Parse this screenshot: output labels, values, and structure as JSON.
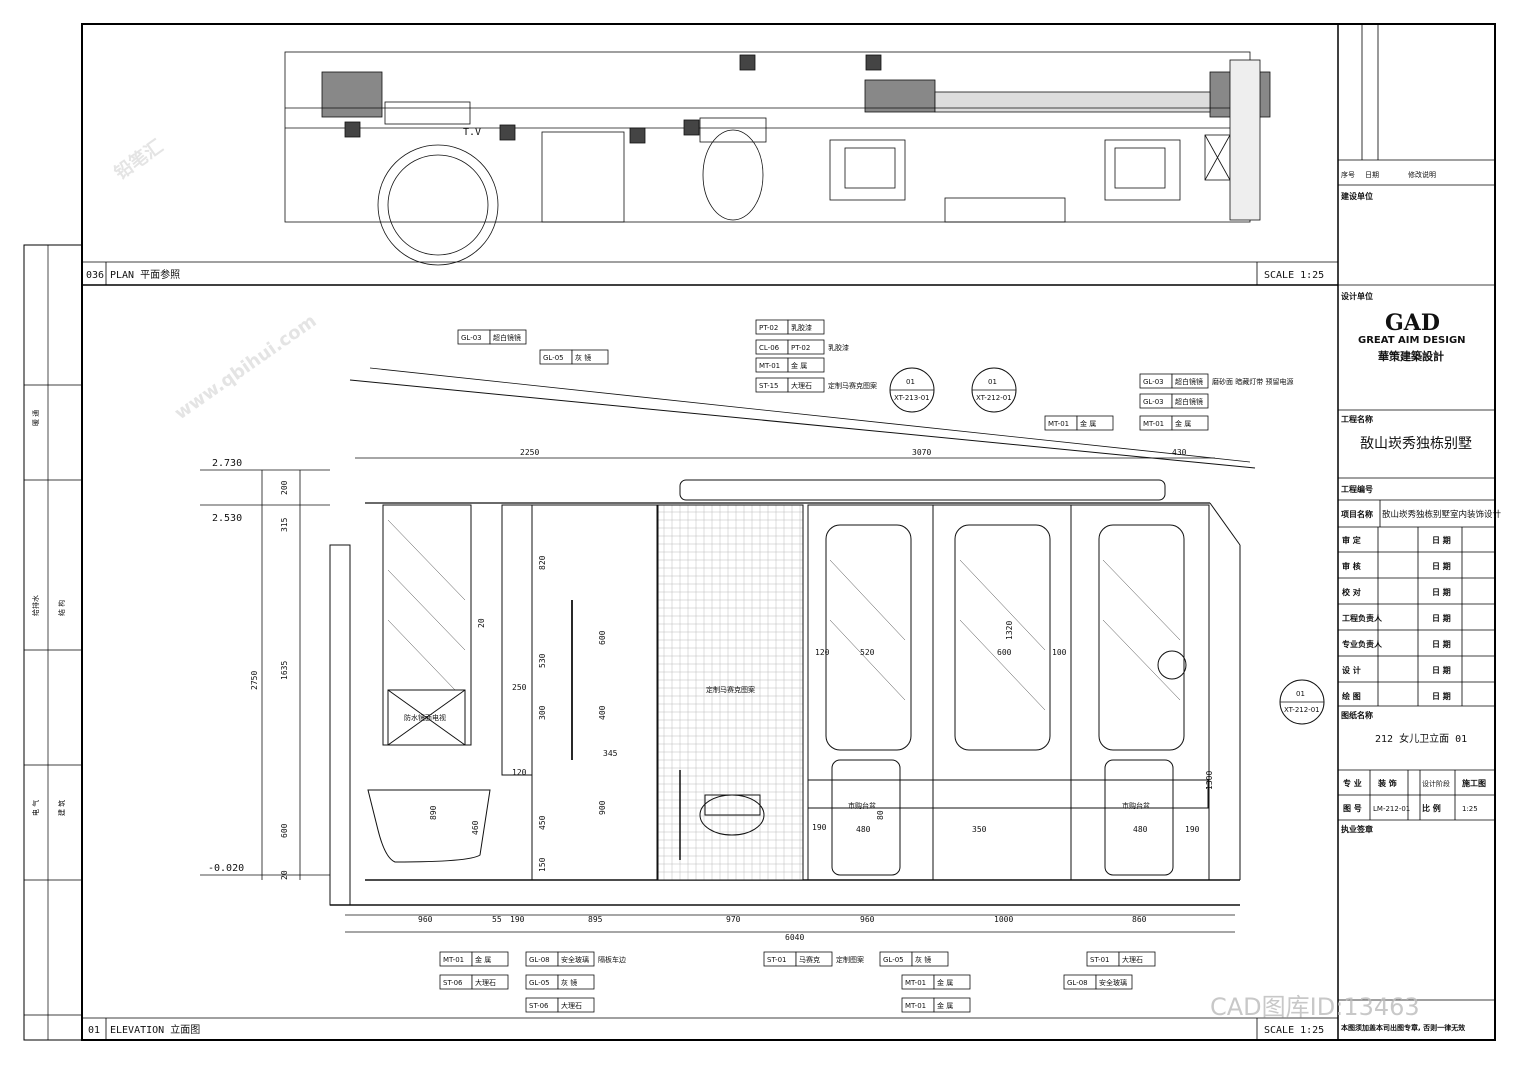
{
  "plan": {
    "label": "PLAN 平面参照",
    "number": "036",
    "scale": "SCALE 1:25",
    "tv": "T.V"
  },
  "elevation": {
    "label": "ELEVATION 立面图",
    "number": "01",
    "scale": "SCALE 1:25"
  },
  "levels": {
    "top": "2.730",
    "mid": "2.530",
    "floor": "-0.020"
  },
  "dims_top": [
    "2250",
    "3070",
    "430"
  ],
  "dims_bottom": [
    "960",
    "55",
    "190",
    "895",
    "970",
    "960",
    "1000",
    "860"
  ],
  "dim_total": "6040",
  "dims_vertical_left": [
    "200",
    "315",
    "1635",
    "600",
    "20",
    "2750"
  ],
  "dims_inner": [
    "820",
    "600",
    "400",
    "345",
    "900",
    "450",
    "150",
    "530",
    "300",
    "250",
    "20",
    "890",
    "460",
    "120",
    "520",
    "600",
    "1320",
    "120",
    "190",
    "480",
    "350",
    "1300",
    "190",
    "100",
    "80"
  ],
  "callouts_top": [
    {
      "code": "GL-03",
      "name": "超白镜镜"
    },
    {
      "code": "GL-05",
      "name": "灰 镜"
    },
    {
      "code": "PT-02",
      "name": "乳胶漆"
    },
    {
      "code": "CL-06",
      "name": "PT-02",
      "extra": "乳胶漆"
    },
    {
      "code": "MT-01",
      "name": "金 属"
    },
    {
      "code": "ST-15",
      "name": "大理石",
      "extra": "定制马赛克图案"
    },
    {
      "code": "MT-01",
      "name": "金 属"
    },
    {
      "code": "GL-03",
      "name": "超白镜镜",
      "extra": "磨砂面 暗藏灯带 预留电源"
    },
    {
      "code": "GL-03",
      "name": "超白镜镜"
    },
    {
      "code": "MT-01",
      "name": "金 属"
    }
  ],
  "callouts_bottom": [
    {
      "code": "MT-01",
      "name": "金 属"
    },
    {
      "code": "ST-06",
      "name": "大理石"
    },
    {
      "code": "GL-08",
      "name": "安全玻璃",
      "extra": "隔板车边"
    },
    {
      "code": "GL-05",
      "name": "灰 镜"
    },
    {
      "code": "ST-06",
      "name": "大理石"
    },
    {
      "code": "ST-01",
      "name": "马赛克",
      "extra": "定制图案"
    },
    {
      "code": "GL-05",
      "name": "灰 镜"
    },
    {
      "code": "MT-01",
      "name": "金 属"
    },
    {
      "code": "MT-01",
      "name": "金 属"
    },
    {
      "code": "ST-01",
      "name": "大理石"
    },
    {
      "code": "GL-08",
      "name": "安全玻璃"
    }
  ],
  "section_refs": [
    {
      "num": "01",
      "ref": "XT-213-01"
    },
    {
      "num": "01",
      "ref": "XT-212-01"
    },
    {
      "num": "01",
      "ref": "XT-212-01"
    }
  ],
  "annotations": {
    "tv": "防水镜面电视",
    "mosaic": "定制马赛克图案",
    "basin": "市购台盆",
    "basin2": "市购台盆",
    "basin_dim": "480"
  },
  "title_block": {
    "rev_headers": [
      "序号",
      "日期",
      "修改说明"
    ],
    "client_label": "建设单位",
    "designer_label": "设计单位",
    "logo": "GAD",
    "company_en": "GREAT AIM DESIGN",
    "company_cn": "華策建築設計",
    "project_label": "工程名称",
    "project_name": "敔山崁秀独栋别墅",
    "project_no_label": "工程编号",
    "item_label": "项目名称",
    "item_name": "敔山崁秀独栋别墅室内装饰设计",
    "roles": [
      "审 定",
      "审 核",
      "校 对",
      "工程负责人",
      "专业负责人",
      "设 计",
      "绘 图"
    ],
    "date_label": "日 期",
    "drawing_name_label": "图纸名称",
    "drawing_name": "212 女儿卫立面 01",
    "discipline_label": "专 业",
    "discipline": "装 饰",
    "phase_label": "设计阶段",
    "phase": "施工图",
    "sheet_label": "图 号",
    "sheet_no": "LM-212-01",
    "scale_label": "比 例",
    "scale": "1:25",
    "stamp_label": "执业签章",
    "note": "本图须加盖本司出图专章, 否则一律无效"
  },
  "side_labels": [
    "暖 通",
    "给排水",
    "电 气",
    "结 构",
    "建 筑"
  ],
  "watermark": {
    "brand": "铅笔汇",
    "site": "www.qbihui.com",
    "cad_id": "CAD图库ID:13463"
  }
}
